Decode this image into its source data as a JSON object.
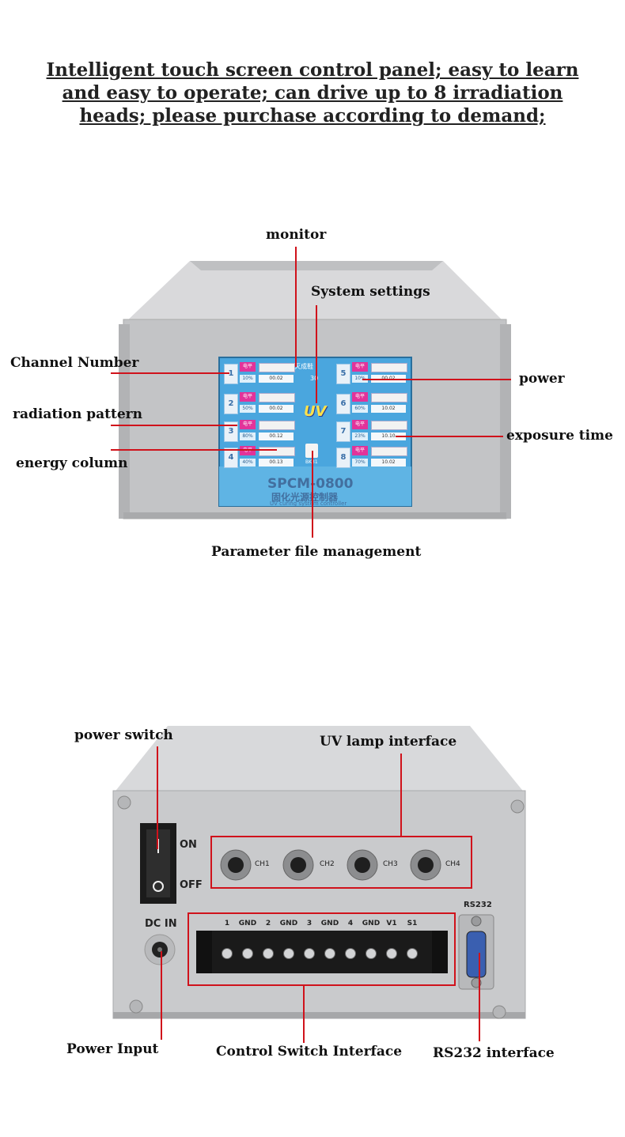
{
  "headline": "Intelligent touch screen control panel; easy to learn and easy to operate; can drive up to 8 irradiation heads; please purchase according to demand;",
  "front_labels": {
    "monitor": "monitor",
    "system_settings": "System settings",
    "channel_number": "Channel Number",
    "radiation_pattern": "radiation pattern",
    "energy_column": "energy column",
    "power": "power",
    "exposure_time": "exposure time",
    "parameter_file_management": "Parameter file management"
  },
  "screen": {
    "model": "SPCM-0800",
    "subtitle_cn": "固化光源控制器",
    "subtitle_en": "UV curing system controller",
    "logo": "UV",
    "center_top": "灭成鞋",
    "center_val": "30",
    "file_label": "BK31",
    "mode_label": "电平",
    "channels": [
      {
        "num": "1",
        "power": "10%",
        "time": "00.02"
      },
      {
        "num": "2",
        "power": "50%",
        "time": "00.02"
      },
      {
        "num": "3",
        "power": "80%",
        "time": "00.12"
      },
      {
        "num": "4",
        "power": "40%",
        "time": "00.13"
      },
      {
        "num": "5",
        "power": "10%",
        "time": "00.02"
      },
      {
        "num": "6",
        "power": "60%",
        "time": "10.02"
      },
      {
        "num": "7",
        "power": "23%",
        "time": "10.10"
      },
      {
        "num": "8",
        "power": "70%",
        "time": "10.02"
      }
    ]
  },
  "back_labels": {
    "power_switch": "power switch",
    "uv_lamp_interface": "UV lamp interface",
    "power_input": "Power Input",
    "control_switch_interface": "Control Switch Interface",
    "rs232_interface": "RS232 interface"
  },
  "panel": {
    "on": "ON",
    "off": "OFF",
    "dc_in": "DC IN",
    "rs232": "RS232",
    "lamp_ports": [
      "CH1",
      "CH2",
      "CH3",
      "CH4"
    ],
    "terminals": [
      "1",
      "GND",
      "2",
      "GND",
      "3",
      "GND",
      "4",
      "GND",
      "V1",
      "S1"
    ]
  },
  "colors": {
    "accent_red": "#d0121b",
    "screen_blue": "#4aa6de",
    "mode_pink": "#e2339a",
    "housing": "#c9cacc"
  }
}
